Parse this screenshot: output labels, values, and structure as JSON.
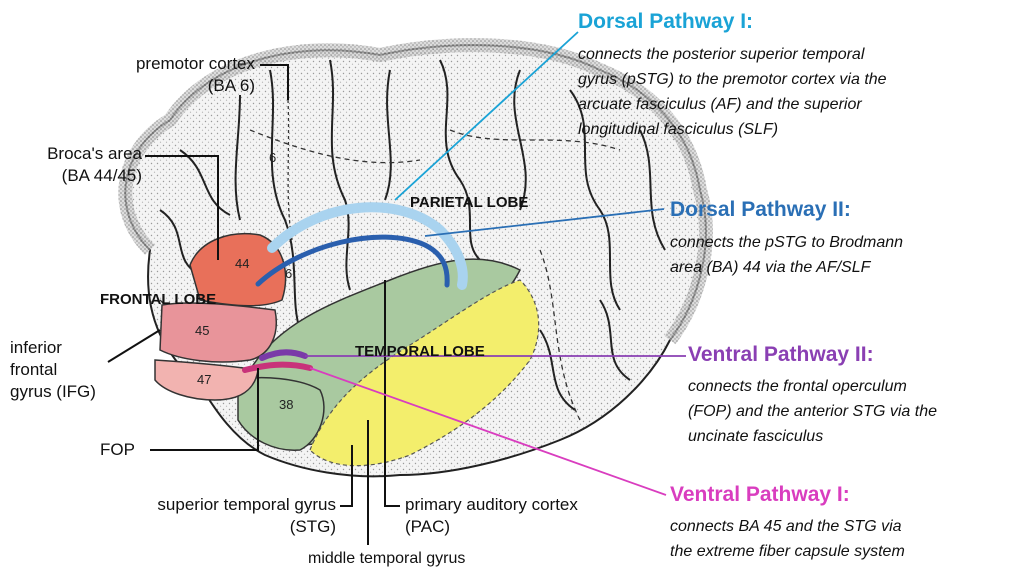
{
  "labels": {
    "premotor_cortex": [
      "premotor cortex",
      "(BA 6)"
    ],
    "brocas_area": [
      "Broca's area",
      "(BA 44/45)"
    ],
    "ifg": [
      "inferior",
      "frontal",
      "gyrus (IFG)"
    ],
    "fop": "FOP",
    "stg": [
      "superior temporal gyrus",
      "(STG)"
    ],
    "pac": [
      "primary auditory cortex",
      "(PAC)"
    ],
    "mtg": "middle temporal gyrus"
  },
  "lobes": {
    "parietal": "PARIETAL LOBE",
    "frontal": "FRONTAL LOBE",
    "temporal": "TEMPORAL LOBE"
  },
  "areas": {
    "ba6_upper": "6",
    "ba6_lower": "6",
    "ba44": "44",
    "ba45": "45",
    "ba47": "47",
    "ba38": "38"
  },
  "pathways": {
    "dorsal_1": {
      "title": "Dorsal Pathway I:",
      "desc": [
        "connects the posterior superior temporal",
        "gyrus (pSTG) to the premotor cortex via the",
        "arcuate fasciculus (AF) and the superior",
        "longitudinal fasciculus (SLF)"
      ],
      "color": "#1aa3d6"
    },
    "dorsal_2": {
      "title": "Dorsal Pathway II:",
      "desc": [
        "connects the pSTG to Brodmann",
        "area (BA) 44 via the AF/SLF"
      ],
      "color": "#2a6fb5"
    },
    "ventral_2": {
      "title": "Ventral Pathway II:",
      "desc": [
        "connects the frontal operculum",
        "(FOP) and the anterior STG via the",
        "uncinate fasciculus"
      ],
      "color": "#8a3fb3"
    },
    "ventral_1": {
      "title": "Ventral Pathway I:",
      "desc": [
        "connects BA 45 and the STG via",
        "the extreme fiber capsule system"
      ],
      "color": "#d93dbf"
    }
  },
  "colors": {
    "ba44": "#e8705a",
    "ba45": "#e8949a",
    "ba47": "#f2b3b0",
    "temporal_green": "#a9c9a0",
    "stg_yellow": "#f3ee6c",
    "brain_fill": "#f1f1f1",
    "dorsal_1_tract": "#a9d3ef",
    "dorsal_2_tract": "#2a5fae",
    "ventral_2_tract": "#7a3aa8",
    "ventral_1_tract": "#c8337a"
  }
}
